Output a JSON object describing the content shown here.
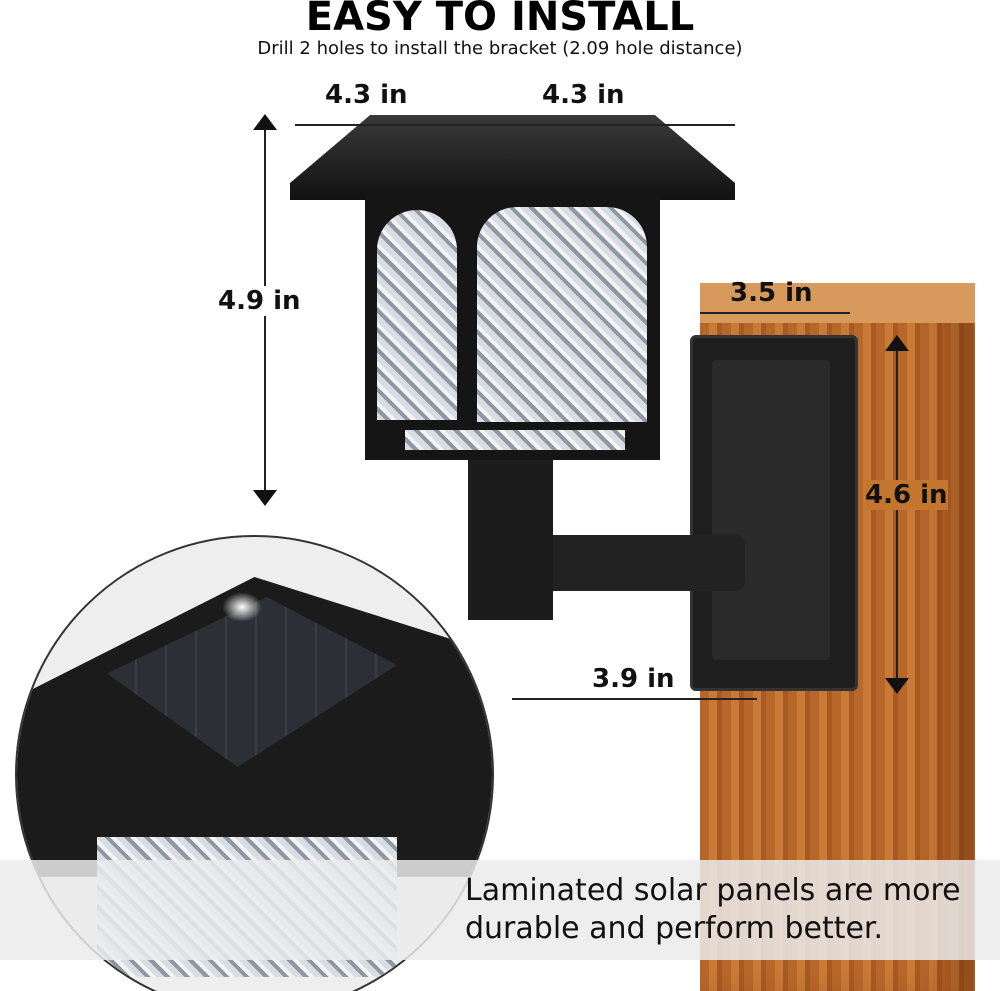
{
  "header": {
    "title": "EASY TO INSTALL",
    "subtitle": "Drill 2 holes to install the bracket (2.09 hole distance)"
  },
  "dimensions": {
    "roof_left": "4.3 in",
    "roof_right": "4.3 in",
    "lamp_height": "4.9 in",
    "plate_width": "3.5 in",
    "plate_height": "4.6 in",
    "arm_depth": "3.9 in"
  },
  "caption": {
    "line1": "Laminated solar panels are more",
    "line2": "durable and perform better."
  }
}
